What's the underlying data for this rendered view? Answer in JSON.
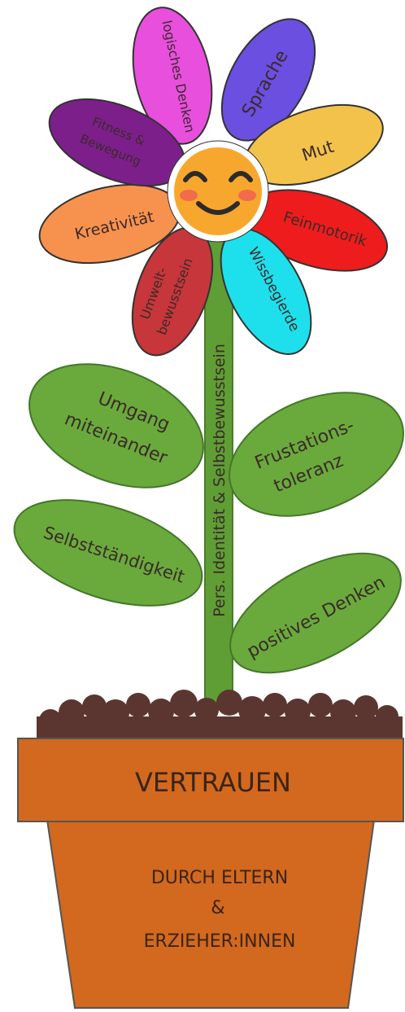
{
  "petals": {
    "logisches_denken": "logisches Denken",
    "sprache": "Sprache",
    "mut": "Mut",
    "feinmotorik": "Feinmotorik",
    "wissbegierde": "Wissbegierde",
    "umweltbewusstsein_1": "Umwelt-",
    "umweltbewusstsein_2": "bewusstsein",
    "kreativitaet": "Kreativität",
    "fitness_1": "Fitness &",
    "fitness_2": "Bewegung"
  },
  "stem": {
    "label": "Pers. Identität & Selbstbewusstsein"
  },
  "leaves": {
    "umgang_1": "Umgang",
    "umgang_2": "miteinander",
    "frustration_1": "Frustations-",
    "frustration_2": "toleranz",
    "selbststaendigkeit": "Selbstständigkeit",
    "positives_denken": "positives Denken"
  },
  "pot": {
    "rim_label": "VERTRAUEN",
    "body_line1": "DURCH ELTERN",
    "body_line2": "&",
    "body_line3": "ERZIEHER:INNEN"
  },
  "colors": {
    "logisches_denken": "#e84fdc",
    "sprache": "#6a4fe0",
    "mut": "#f3c24a",
    "feinmotorik": "#ee1c1c",
    "wissbegierde": "#1ee0ec",
    "umweltbewusstsein": "#c7363a",
    "kreativitaet": "#f7924e",
    "fitness": "#7c1f8a",
    "leaf": "#6aaa3c",
    "stem": "#5f9e35",
    "pot": "#d2691e",
    "soil": "#5b3630",
    "face": "#f8a72e"
  }
}
